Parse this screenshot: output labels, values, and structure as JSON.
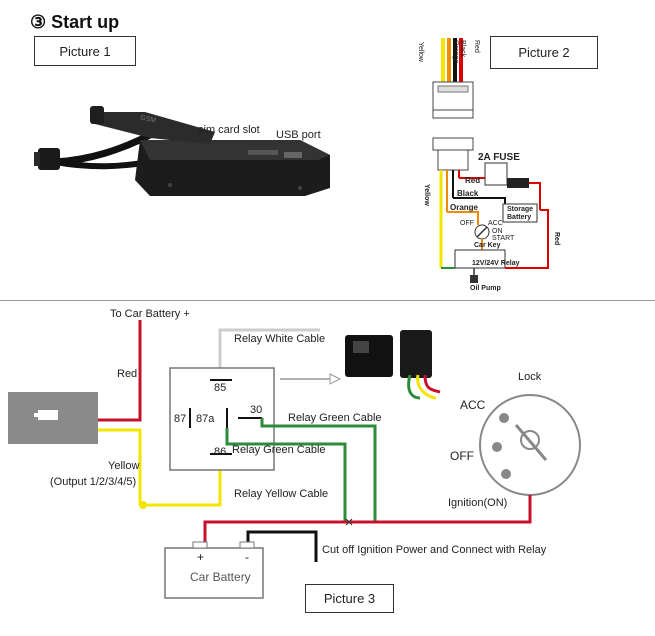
{
  "heading": "③ Start up",
  "boxes": {
    "picture1": "Picture    1",
    "picture2": "Picture    2",
    "picture3": "Picture    3"
  },
  "picture1_labels": {
    "sim_slot": "sim card slot",
    "usb_port": "USB port",
    "device_print": "GSM"
  },
  "picture2_labels": {
    "wire_yellow": "Yellow",
    "wire_orange": "Orange",
    "wire_black": "Black",
    "wire_red": "Red",
    "fuse": "2A FUSE",
    "red": "Red",
    "black": "Black",
    "orange": "Orange",
    "yellow": "Yellow",
    "storage": "Storage",
    "battery": "Battery",
    "off": "OFF",
    "acc": "ACC",
    "on": "ON",
    "start": "START",
    "car_key": "Car Key",
    "relay": "12V/24V Relay",
    "oil_pump": "Oil Pump",
    "red_right": "Red"
  },
  "picture3_labels": {
    "to_battery": "To Car Battery +",
    "red": "Red",
    "relay_white": "Relay White Cable",
    "pin85": "85",
    "pin87": "87",
    "pin87a": "87a",
    "pin30": "30",
    "pin86": "86",
    "relay_green_1": "Relay Green Cable",
    "relay_green_2": "Relay Green Cable",
    "yellow": "Yellow",
    "output": "(Output 1/2/3/4/5)",
    "relay_yellow": "Relay Yellow Cable",
    "lock": "Lock",
    "acc": "ACC",
    "off": "OFF",
    "ignition": "Ignition(ON)",
    "plus": "+",
    "minus": "-",
    "car_battery": "Car Battery",
    "cut_off": "Cut off Ignition Power and Connect with Relay"
  },
  "colors": {
    "red": "#c8102e",
    "green": "#2e8b3a",
    "yellow": "#f2e600",
    "white_wire": "#cccccc",
    "gray": "#777777"
  }
}
